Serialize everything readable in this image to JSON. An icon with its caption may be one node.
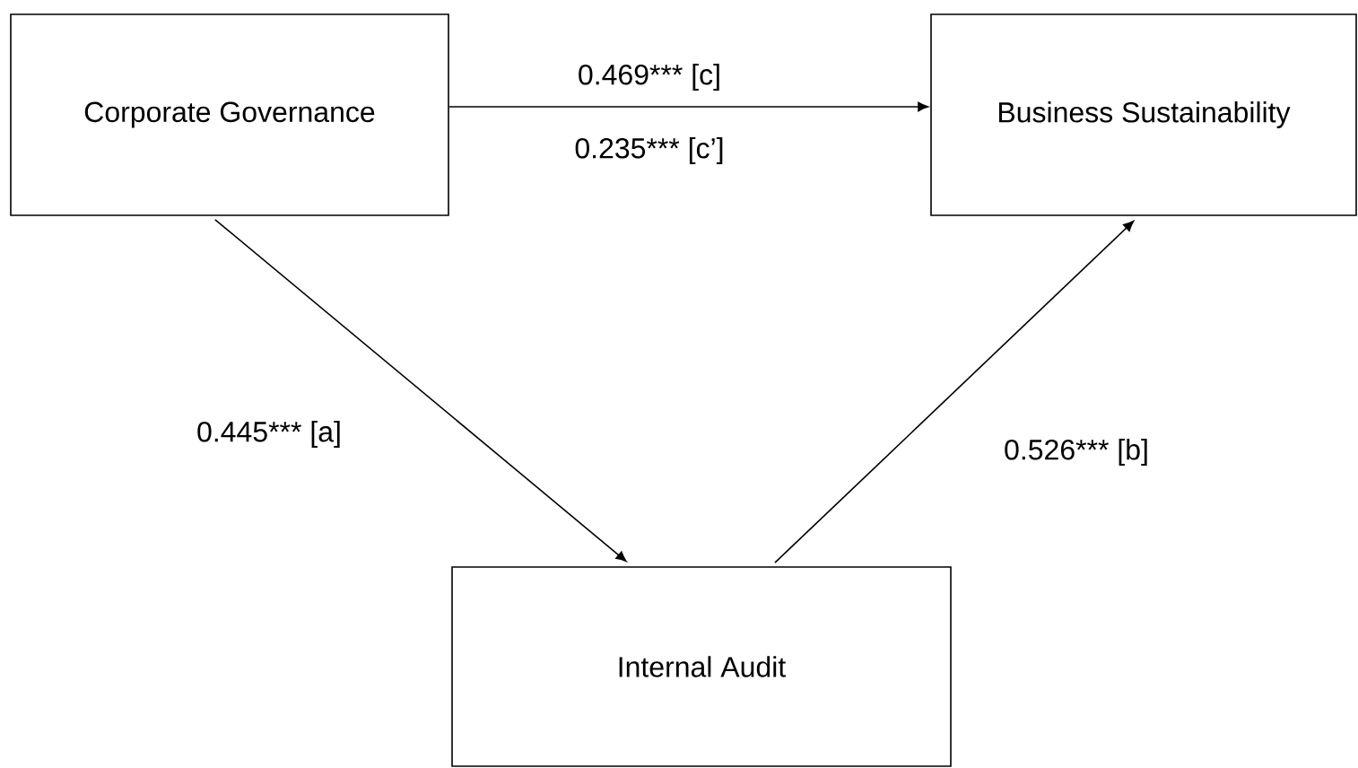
{
  "diagram": {
    "nodes": [
      {
        "text": [
          "Corporate Governance"
        ]
      },
      {
        "text": [
          "Business Sustainability"
        ]
      },
      {
        "text": [
          "Internal Audit"
        ]
      }
    ],
    "edges": [
      {
        "from": 0,
        "to": 1,
        "arrow": "to",
        "label": "0.469*** [c]"
      },
      {
        "from": 0,
        "to": 2,
        "arrow": "to",
        "label": "0.445*** [a]"
      },
      {
        "from": 2,
        "to": 1,
        "arrow": "to",
        "label": "0.526*** [b]"
      }
    ],
    "labels": [
      "0.235*** [c’]"
    ]
  }
}
